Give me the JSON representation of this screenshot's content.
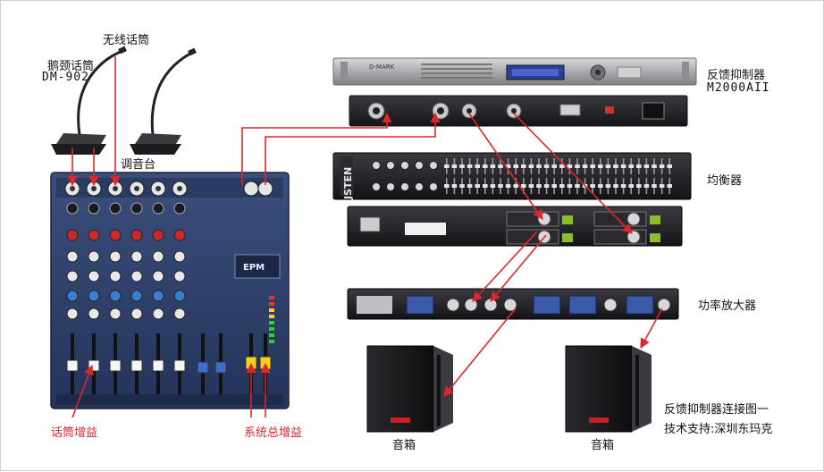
{
  "labels": {
    "wireless_mic": "无线话筒",
    "gooseneck_mic": "鹅颈话筒",
    "gooseneck_model": "DM-902",
    "mixer": "调音台",
    "feedback_suppressor": "反馈抑制器",
    "feedback_model": "M2000AII",
    "equalizer": "均衡器",
    "power_amp": "功率放大器",
    "mic_gain": "话筒增益",
    "master_gain": "系统总增益",
    "speaker_left": "音箱",
    "speaker_right": "音箱",
    "caption": "反馈抑制器连接图一",
    "support": "技术支持:深圳东玛克"
  },
  "device_text": {
    "suppressor_brand": "D-MARK",
    "equalizer_brand": "JSTEN",
    "mixer_brand": "EPM"
  },
  "colors": {
    "wire": "#e0262a",
    "label_red": "#e0262a",
    "mixer_body": "#2d3f66",
    "rack_dark": "#1e1e22"
  }
}
